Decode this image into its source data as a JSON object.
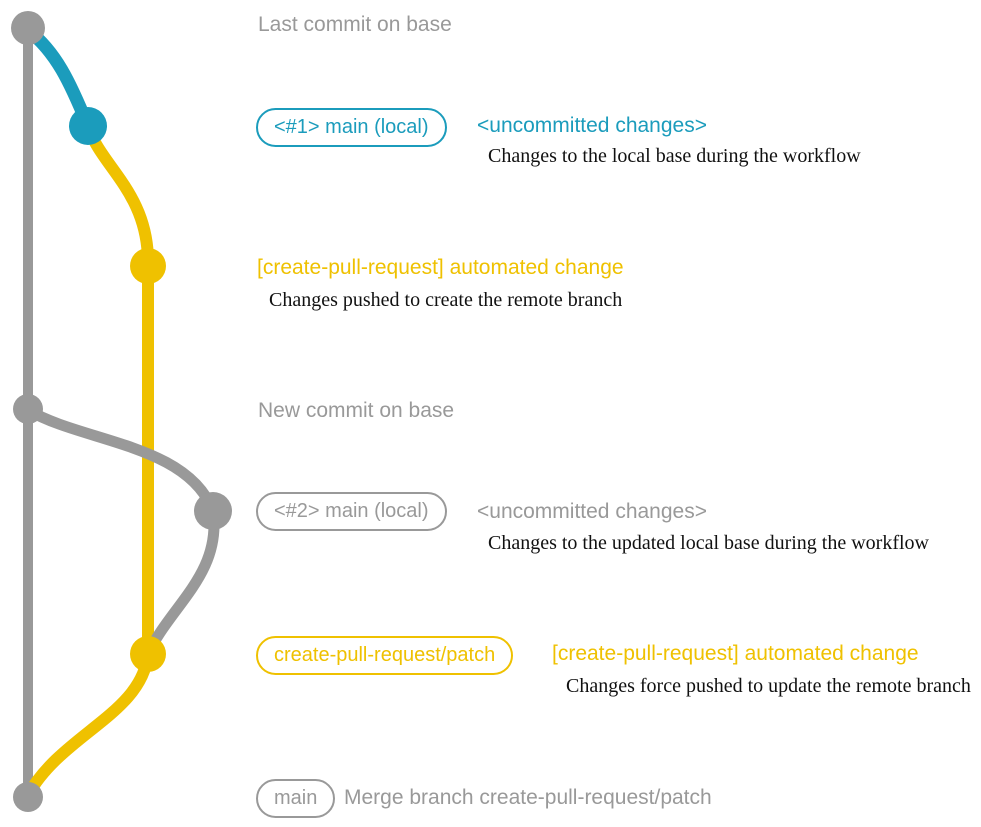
{
  "colors": {
    "c-gray": "#999999",
    "c-blue": "#1b9cbc",
    "c-yellow": "#efc100",
    "c-black": "#111111",
    "c-bg": "#ffffff"
  },
  "graph": {
    "branches": [
      "base",
      "local-main",
      "create-pull-request-patch"
    ],
    "nodes": [
      {
        "id": "last-commit-on-base",
        "color": "gray"
      },
      {
        "id": "local-uncommitted-1",
        "color": "blue"
      },
      {
        "id": "automated-change-1",
        "color": "yellow"
      },
      {
        "id": "new-commit-on-base",
        "color": "gray"
      },
      {
        "id": "local-uncommitted-2",
        "color": "gray"
      },
      {
        "id": "automated-change-2",
        "color": "yellow"
      },
      {
        "id": "merge-commit",
        "color": "gray"
      }
    ]
  },
  "rows": {
    "row1": {
      "label": "Last commit on base"
    },
    "row2": {
      "badge": "<#1> main (local)",
      "title": "<uncommitted changes>",
      "desc": "Changes to the local base during the workflow"
    },
    "row3": {
      "title": "[create-pull-request] automated change",
      "desc": "Changes pushed to create the remote branch"
    },
    "row4": {
      "label": "New commit on base"
    },
    "row5": {
      "badge": "<#2> main (local)",
      "title": "<uncommitted changes>",
      "desc": "Changes to the updated local base during the workflow"
    },
    "row6": {
      "badge": "create-pull-request/patch",
      "title": "[create-pull-request] automated change",
      "desc": "Changes force pushed to update the remote branch"
    },
    "row7": {
      "badge": "main",
      "label": "Merge branch create-pull-request/patch"
    }
  }
}
